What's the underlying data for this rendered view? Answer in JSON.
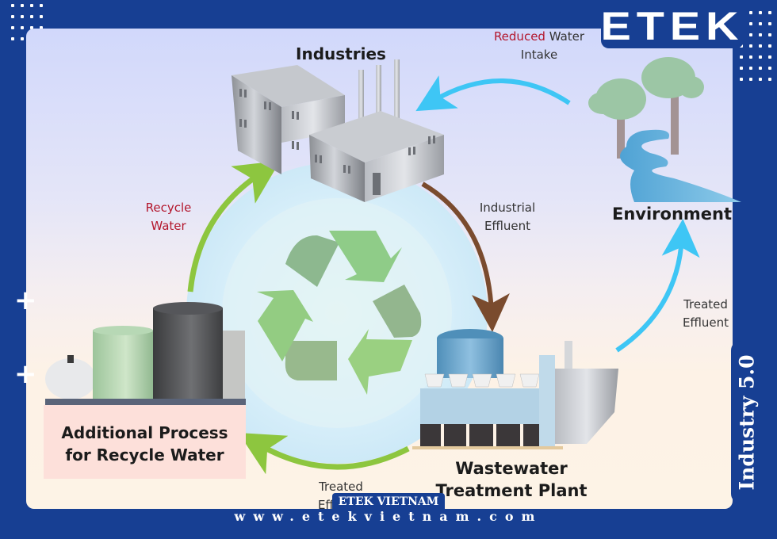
{
  "brand": {
    "logo_text": "ETEK",
    "side_tab_text": "Industry 5.0",
    "company_tag": "ETEK VIETNAM",
    "website": "www.etekvietnam.com",
    "colors": {
      "brand_blue": "#173f93",
      "accent_red": "#b3162c",
      "recycle_green": "#8dc63f",
      "effluent_brown": "#7a4b2e",
      "water_cyan": "#3ec6f5"
    }
  },
  "nodes": {
    "industries": {
      "title": "Industries",
      "icon": "factory-icon"
    },
    "environment": {
      "title": "Environment",
      "icon": "trees-river-icon"
    },
    "wastewater": {
      "title_line1": "Wastewater",
      "title_line2": "Treatment Plant",
      "icon": "treatment-plant-icon"
    },
    "additional": {
      "title_line1": "Additional Process",
      "title_line2": "for Recycle Water",
      "icon": "tanks-icon"
    },
    "center": {
      "icon": "recycle-icon"
    }
  },
  "flows": {
    "reduced_intake": {
      "highlight": "Reduced",
      "rest": " Water",
      "line2": "Intake"
    },
    "industrial_effluent": {
      "line1": "Industrial",
      "line2": "Effluent"
    },
    "treated_effluent_env": {
      "line1": "Treated",
      "line2": "Effluent"
    },
    "treated_effluent_recycle": {
      "line1": "Treated",
      "line2": "Effluent"
    },
    "recycle_water": {
      "line1": "Recycle",
      "line2": "Water"
    }
  }
}
